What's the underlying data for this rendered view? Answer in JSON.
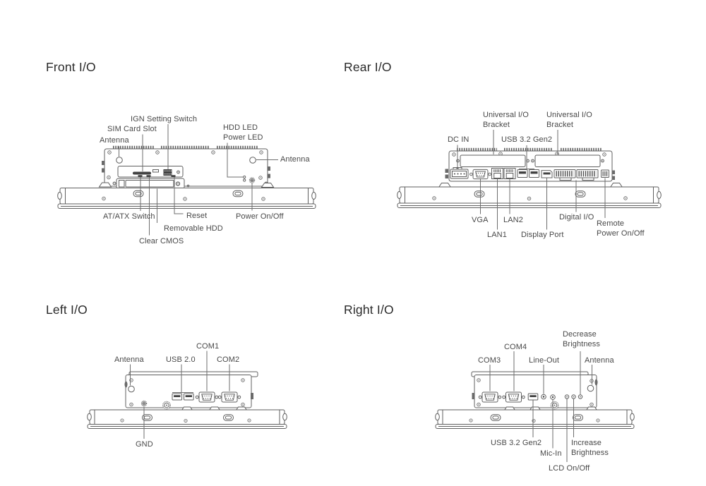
{
  "page": {
    "background": "#ffffff",
    "colors": {
      "line": "#5f5f5f",
      "leader": "#6e6e6e",
      "text": "#484848",
      "heading": "#2a2a2a"
    }
  },
  "sections": {
    "front": {
      "title": "Front I/O",
      "labels": {
        "ign_setting_switch": "IGN Setting Switch",
        "sim_card_slot": "SIM Card Slot",
        "antenna_left": "Antenna",
        "hdd_led": "HDD LED",
        "power_led": "Power LED",
        "antenna_right": "Antenna",
        "at_atx_switch": "AT/ATX Switch",
        "reset": "Reset",
        "power_on_off": "Power On/Off",
        "removable_hdd": "Removable HDD",
        "clear_cmos": "Clear CMOS"
      }
    },
    "rear": {
      "title": "Rear I/O",
      "labels": {
        "universal_io_bracket_1": "Universal I/O\nBracket",
        "universal_io_bracket_2": "Universal I/O\nBracket",
        "dc_in": "DC IN",
        "usb_32_gen2": "USB 3.2 Gen2",
        "vga": "VGA",
        "lan1": "LAN1",
        "lan2": "LAN2",
        "display_port": "Display Port",
        "digital_io": "Digital I/O",
        "remote_power_on_off": "Remote\nPower On/Off"
      }
    },
    "left": {
      "title": "Left I/O",
      "labels": {
        "com1": "COM1",
        "antenna": "Antenna",
        "usb_20": "USB 2.0",
        "com2": "COM2",
        "gnd": "GND"
      }
    },
    "right": {
      "title": "Right I/O",
      "labels": {
        "decrease_brightness": "Decrease\nBrightness",
        "com4": "COM4",
        "com3": "COM3",
        "line_out": "Line-Out",
        "antenna": "Antenna",
        "usb_32_gen2": "USB 3.2 Gen2",
        "mic_in": "Mic-In",
        "increase_brightness": "Increase\nBrightness",
        "lcd_on_off": "LCD On/Off"
      }
    }
  }
}
